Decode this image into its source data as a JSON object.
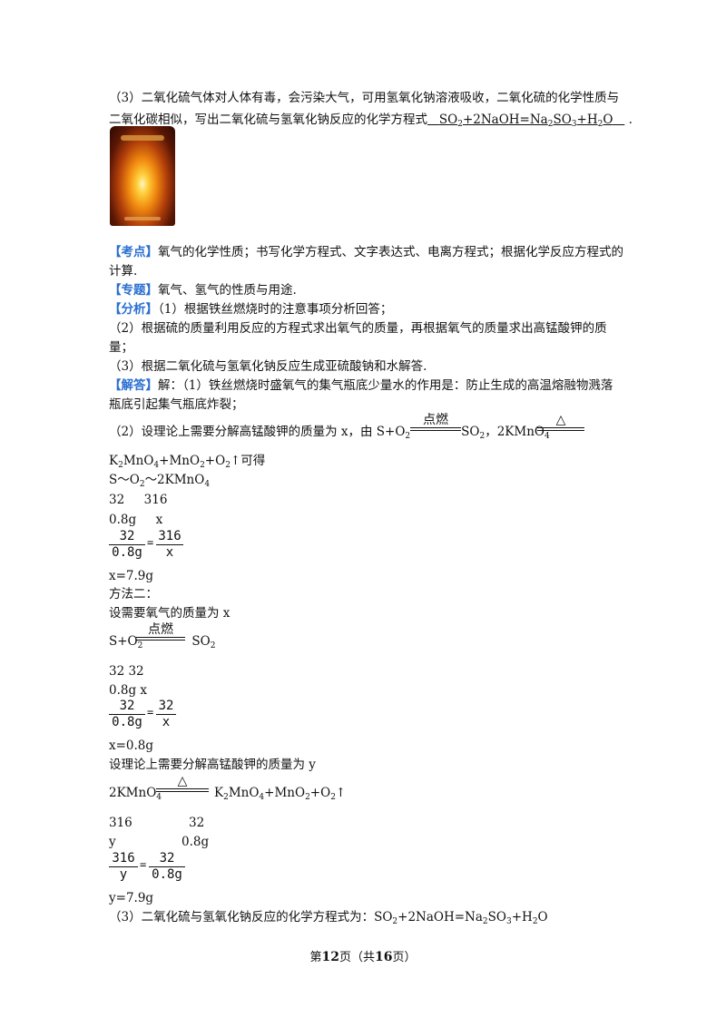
{
  "q3": {
    "line1": "（3）二氧化硫气体对人体有毒，会污染大气，可用氢氧化钠溶液吸收，二氧化硫的化学性质与",
    "line2_prefix": "二氧化碳相似，写出二氧化硫与氢氧化钠反应的化学方程式",
    "answer_a": "SO",
    "answer_s1": "2",
    "answer_b": "+2NaOH=Na",
    "answer_s2": "2",
    "answer_c": "SO",
    "answer_s3": "3",
    "answer_d": "+H",
    "answer_s4": "2",
    "answer_e": "O",
    "line2_end": "."
  },
  "kaodian": {
    "label": "【考点】",
    "text1": "氧气的化学性质；书写化学方程式、文字表达式、电离方程式；根据化学反应方程式的",
    "text2": "计算."
  },
  "zhuanti": {
    "label": "【专题】",
    "text": "氧气、氢气的性质与用途."
  },
  "fenxi": {
    "label": "【分析】",
    "t1": "（1）根据铁丝燃烧时的注意事项分析回答；",
    "t2": "（2）根据硫的质量利用反应的方程式求出氧气的质量，再根据氧气的质量求出高锰酸钾的质",
    "t3": "量；",
    "t4": "（3）根据二氧化硫与氢氧化钠反应生成亚硫酸钠和水解答."
  },
  "jieda": {
    "label": "【解答】",
    "t1": "解：（1）铁丝燃烧时盛氧气的集气瓶底少量水的作用是：防止生成的高温熔融物溅落",
    "t2": "瓶底引起集气瓶底炸裂；",
    "t3": "（2）设理论上需要分解高锰酸钾的质量为 x，由 S+O",
    "t3_sub": "2",
    "cond_ignite": "点燃",
    "t3_b": "SO",
    "t3_b_sub": "2",
    "t3_c": "，2KMnO",
    "t3_c_sub": "4",
    "cond_heat": "△",
    "t4_a": "K",
    "t4_s1": "2",
    "t4_b": "MnO",
    "t4_s2": "4",
    "t4_c": "+MnO",
    "t4_s3": "2",
    "t4_d": "+O",
    "t4_s4": "2",
    "t4_e": "↑可得",
    "t5_a": "S～O",
    "t5_s1": "2",
    "t5_b": "～2KMnO",
    "t5_s2": "4",
    "t6": "32     316",
    "t7": "0.8g     x",
    "frac1": {
      "n1": "32",
      "d1": "0.8g",
      "eq": "=",
      "n2": "316",
      "d2": "x"
    },
    "t8": "x=7.9g",
    "t9": "方法二：",
    "t10": "设需要氧气的质量为 x",
    "t11_a": "S+O",
    "t11_s": "2",
    "t11_b": "SO",
    "t11_s2": "2",
    "t12": "32 32",
    "t13": "0.8g x",
    "frac2": {
      "n1": "32",
      "d1": "0.8g",
      "eq": "=",
      "n2": "32",
      "d2": "x"
    },
    "t14": "x=0.8g",
    "t15": "设理论上需要分解高锰酸钾的质量为 y",
    "t16_a": "2KMnO",
    "t16_s": "4",
    "t16_b": "K",
    "t16_s1": "2",
    "t16_c": "MnO",
    "t16_s2": "4",
    "t16_d": "+MnO",
    "t16_s3": "2",
    "t16_e": "+O",
    "t16_s4": "2",
    "t16_f": "↑",
    "t17a": "316",
    "t17b": "32",
    "t18a": "y",
    "t18b": "0.8g",
    "frac3": {
      "n1": "316",
      "d1": "y",
      "eq": "=",
      "n2": "32",
      "d2": "0.8g"
    },
    "t19": "y=7.9g",
    "t20_a": "（3）二氧化硫与氢氧化钠反应的化学方程式为：SO",
    "t20_s1": "2",
    "t20_b": "+2NaOH=Na",
    "t20_s2": "2",
    "t20_c": "SO",
    "t20_s3": "3",
    "t20_d": "+H",
    "t20_s4": "2",
    "t20_e": "O"
  },
  "footer": {
    "p1": "第",
    "page": "12",
    "p2": "页（共",
    "total": "16",
    "p3": "页）"
  }
}
